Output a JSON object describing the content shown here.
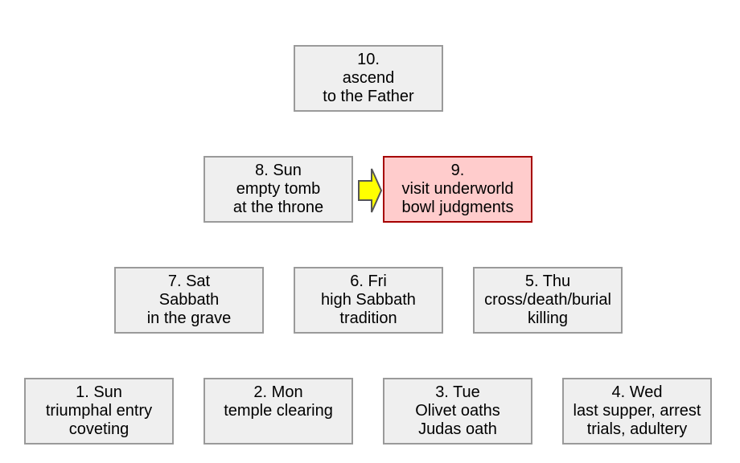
{
  "boxes": [
    {
      "id": "10",
      "lines": [
        "10.",
        "ascend",
        " to the Father"
      ],
      "highlight": false
    },
    {
      "id": "8",
      "lines": [
        "8. Sun",
        "empty tomb",
        "at the throne"
      ],
      "highlight": false
    },
    {
      "id": "9",
      "lines": [
        "9.",
        "visit underworld",
        "bowl judgments"
      ],
      "highlight": true
    },
    {
      "id": "7",
      "lines": [
        "7. Sat",
        "Sabbath",
        "in the grave"
      ],
      "highlight": false
    },
    {
      "id": "6",
      "lines": [
        "6. Fri",
        "high Sabbath",
        "tradition"
      ],
      "highlight": false
    },
    {
      "id": "5",
      "lines": [
        "5. Thu",
        "cross/death/burial",
        "killing"
      ],
      "highlight": false
    },
    {
      "id": "1",
      "lines": [
        "1. Sun",
        "triumphal entry",
        "coveting"
      ],
      "highlight": false
    },
    {
      "id": "2",
      "lines": [
        "2. Mon",
        "temple clearing",
        ""
      ],
      "highlight": false
    },
    {
      "id": "3",
      "lines": [
        "3. Tue",
        "Olivet oaths",
        "Judas oath"
      ],
      "highlight": false
    },
    {
      "id": "4",
      "lines": [
        "4. Wed",
        "last supper, arrest",
        "trials, adultery"
      ],
      "highlight": false
    }
  ],
  "colors": {
    "box_fill": "#efefef",
    "box_border": "#9a9a9a",
    "highlight_fill": "#ffcccc",
    "highlight_border": "#a60000",
    "arrow_fill": "#ffff00"
  },
  "icons": {
    "connector": "right-arrow-icon"
  }
}
